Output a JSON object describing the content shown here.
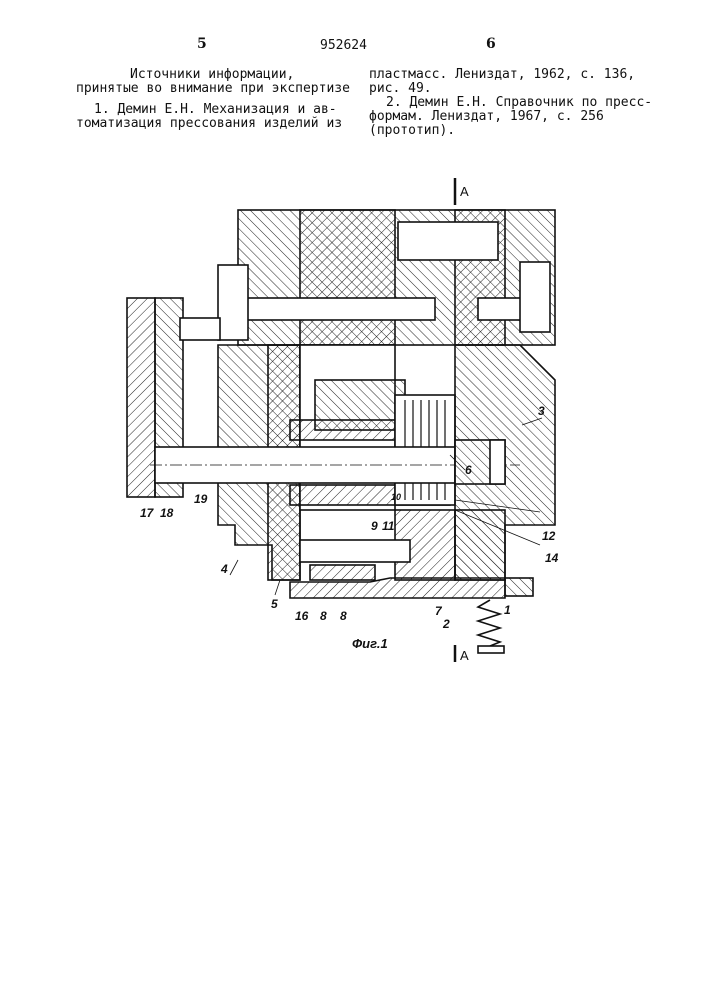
{
  "header": {
    "page_left": "5",
    "patent_number": "952624",
    "page_right": "6"
  },
  "left_column": {
    "heading_line1": "Источники информации,",
    "heading_line2": "принятые во внимание при экспертизе",
    "ref1_line1": "1. Демин Е.Н. Механизация и ав-",
    "ref1_line2": "томатизация прессования изделий из"
  },
  "right_column": {
    "ref1_cont_line1": "пластмасс. Лениздат, 1962, с. 136,",
    "ref1_cont_line2": "рис. 49.",
    "ref2_line1": "2. Демин Е.Н. Справочник по пресс-",
    "ref2_line2": "формам. Лениздат, 1967, с. 256",
    "ref2_line3": "(прототип)."
  },
  "figure": {
    "caption": "Фиг.1",
    "section_top": "A",
    "section_bottom": "A",
    "labels": {
      "l1": "1",
      "l2": "2",
      "l3": "3",
      "l4": "4",
      "l5": "5",
      "l6": "6",
      "l7": "7",
      "l8a": "8",
      "l8b": "8",
      "l9": "9",
      "l10": "10",
      "l11": "11",
      "l12": "12",
      "l14": "14",
      "l16": "16",
      "l17": "17",
      "l18": "18",
      "l19": "19"
    }
  }
}
